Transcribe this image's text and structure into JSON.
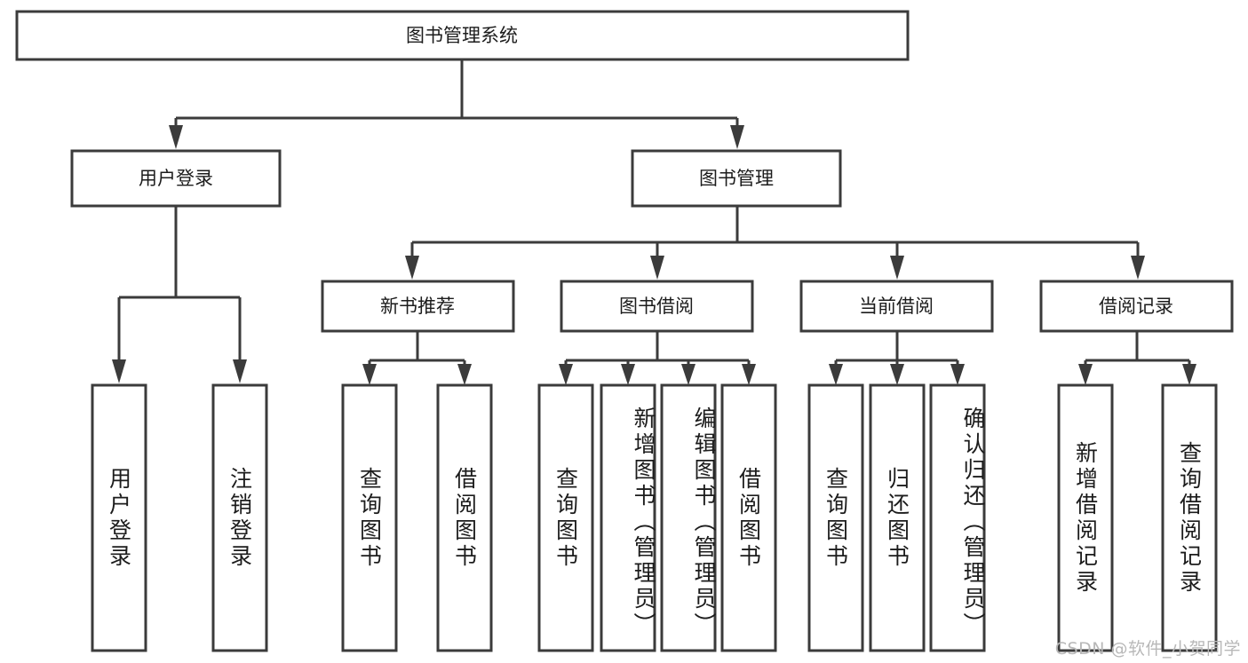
{
  "diagram": {
    "type": "tree",
    "title": "图书管理系统",
    "root": {
      "id": "root",
      "label": "图书管理系统",
      "orientation": "horizontal"
    },
    "level2": [
      {
        "id": "user-login",
        "label": "用户登录",
        "orientation": "horizontal"
      },
      {
        "id": "book-manage",
        "label": "图书管理",
        "orientation": "horizontal"
      }
    ],
    "level3": [
      {
        "id": "new-book-rec",
        "label": "新书推荐",
        "orientation": "horizontal",
        "parent": "book-manage"
      },
      {
        "id": "book-borrow",
        "label": "图书借阅",
        "orientation": "horizontal",
        "parent": "book-manage"
      },
      {
        "id": "current-borrow",
        "label": "当前借阅",
        "orientation": "horizontal",
        "parent": "book-manage"
      },
      {
        "id": "borrow-record",
        "label": "借阅记录",
        "orientation": "horizontal",
        "parent": "book-manage"
      }
    ],
    "leaves": [
      {
        "id": "leaf-user-login",
        "label": "用户登录",
        "parent": "user-login",
        "orientation": "vertical",
        "align": "middle"
      },
      {
        "id": "leaf-user-logout",
        "label": "注销登录",
        "parent": "user-login",
        "orientation": "vertical",
        "align": "middle"
      },
      {
        "id": "leaf-query-book-1",
        "label": "查询图书",
        "parent": "new-book-rec",
        "orientation": "vertical",
        "align": "middle"
      },
      {
        "id": "leaf-borrow-book-1",
        "label": "借阅图书",
        "parent": "new-book-rec",
        "orientation": "vertical",
        "align": "middle"
      },
      {
        "id": "leaf-query-book-2",
        "label": "查询图书",
        "parent": "book-borrow",
        "orientation": "vertical",
        "align": "middle"
      },
      {
        "id": "leaf-add-book",
        "label": "新增图书（管理员）",
        "parent": "book-borrow",
        "orientation": "vertical",
        "align": "top"
      },
      {
        "id": "leaf-edit-book",
        "label": "编辑图书（管理员）",
        "parent": "book-borrow",
        "orientation": "vertical",
        "align": "top"
      },
      {
        "id": "leaf-borrow-book-2",
        "label": "借阅图书",
        "parent": "book-borrow",
        "orientation": "vertical",
        "align": "middle"
      },
      {
        "id": "leaf-query-book-3",
        "label": "查询图书",
        "parent": "current-borrow",
        "orientation": "vertical",
        "align": "middle"
      },
      {
        "id": "leaf-return-book",
        "label": "归还图书",
        "parent": "current-borrow",
        "orientation": "vertical",
        "align": "middle"
      },
      {
        "id": "leaf-confirm-return",
        "label": "确认归还（管理员）",
        "parent": "current-borrow",
        "orientation": "vertical",
        "align": "top"
      },
      {
        "id": "leaf-add-record",
        "label": "新增借阅记录",
        "parent": "borrow-record",
        "orientation": "vertical",
        "align": "middle"
      },
      {
        "id": "leaf-query-record",
        "label": "查询借阅记录",
        "parent": "borrow-record",
        "orientation": "vertical",
        "align": "middle"
      }
    ]
  },
  "watermark": {
    "text": "CSDN @软件_小贺同学"
  },
  "colors": {
    "box_stroke": "#3b3b3b",
    "box_fill": "#ffffff",
    "text": "#1c1c1c",
    "background": "#ffffff",
    "watermark": "#b8b8b8"
  }
}
